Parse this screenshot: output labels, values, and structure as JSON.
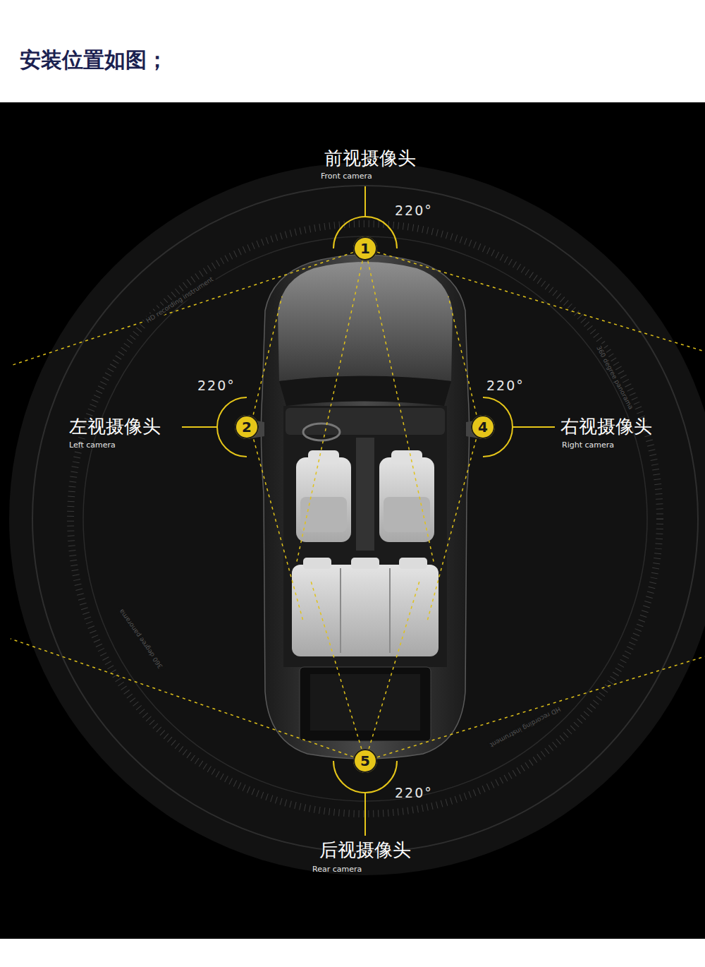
{
  "diagram": {
    "title": "安装位置如图；",
    "nodes": [
      {
        "text": [
          "1"
        ]
      },
      {
        "text": [
          "2"
        ]
      },
      {
        "text": [
          "4"
        ]
      },
      {
        "text": [
          "5"
        ]
      }
    ],
    "labels": [
      "前视摄像头",
      "Front camera",
      "220°",
      "左视摄像头",
      "Left camera",
      "220°",
      "右视摄像头",
      "Right camera",
      "220°",
      "后视摄像头",
      "Rear camera",
      "220°",
      "HD recording instrument",
      "360 degree panorama",
      "360 degree panorama",
      "HD recording instrument"
    ]
  }
}
